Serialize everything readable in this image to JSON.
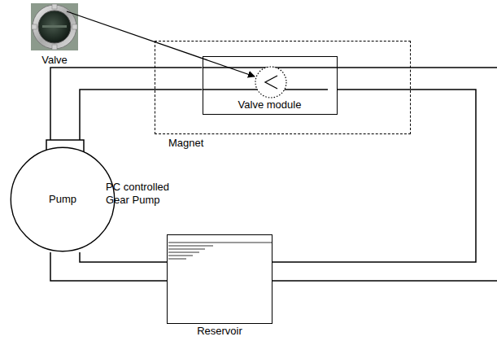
{
  "diagram": {
    "nodes": [
      {
        "text": [
          "Magnet"
        ]
      },
      {
        "text": [
          "Valve module"
        ],
        "in": 0
      },
      {
        "text": [
          "Pump"
        ]
      },
      {
        "text": [
          "Reservoir"
        ]
      }
    ],
    "edges": [
      {
        "from": 2,
        "to": 1,
        "arrow": "none"
      },
      {
        "from": 2,
        "to": 1,
        "arrow": "none"
      },
      {
        "from": 1,
        "to": 3,
        "arrow": "none"
      },
      {
        "from": 3,
        "to": 2,
        "arrow": "none"
      },
      {
        "from": 3,
        "to": 2,
        "arrow": "none"
      }
    ],
    "labels": [
      "Valve",
      "PC controlled Gear Pump"
    ]
  }
}
